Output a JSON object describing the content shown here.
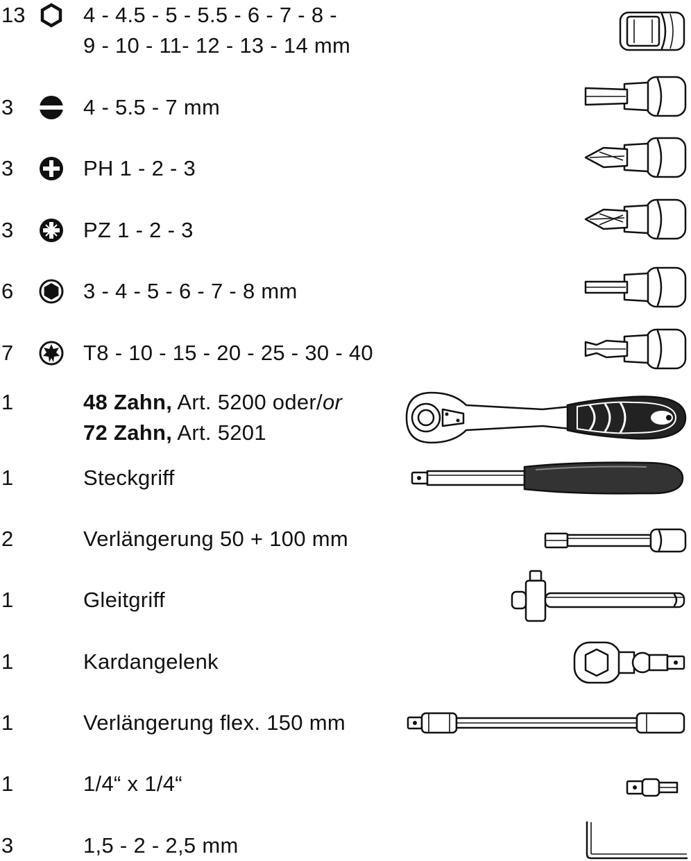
{
  "rows": [
    {
      "qty": "13",
      "line1": "4 - 4.5 - 5 - 5.5 - 6 - 7 - 8 -",
      "line2": "9 - 10 - 11- 12 - 13 - 14 mm",
      "icon": "hex-socket-icon"
    },
    {
      "qty": "3",
      "text": "4 - 5.5 - 7 mm",
      "icon": "slotted-icon"
    },
    {
      "qty": "3",
      "text": "PH 1 - 2 - 3",
      "icon": "phillips-icon"
    },
    {
      "qty": "3",
      "text": "PZ 1 - 2 - 3",
      "icon": "pozidriv-icon"
    },
    {
      "qty": "6",
      "text": "3 - 4 - 5 - 6 - 7 - 8 mm",
      "icon": "hex-key-icon"
    },
    {
      "qty": "7",
      "text": "T8 - 10 - 15 - 20 - 25 - 30 - 40",
      "icon": "torx-icon"
    },
    {
      "qty": "1",
      "ratchet": {
        "b1": "48 Zahn,",
        "t1": " Art. 5200 oder/",
        "i1": "or",
        "b2": "72 Zahn,",
        "t2": " Art. 5201"
      }
    },
    {
      "qty": "1",
      "text": "Steckgriff"
    },
    {
      "qty": "2",
      "text": "Verlängerung 50 + 100 mm"
    },
    {
      "qty": "1",
      "text": "Gleitgriff"
    },
    {
      "qty": "1",
      "text": "Kardangelenk"
    },
    {
      "qty": "1",
      "text": "Verlängerung flex. 150 mm"
    },
    {
      "qty": "1",
      "text": "1/4“ x 1/4“"
    },
    {
      "qty": "3",
      "text": "1,5 - 2 - 2,5 mm"
    }
  ]
}
